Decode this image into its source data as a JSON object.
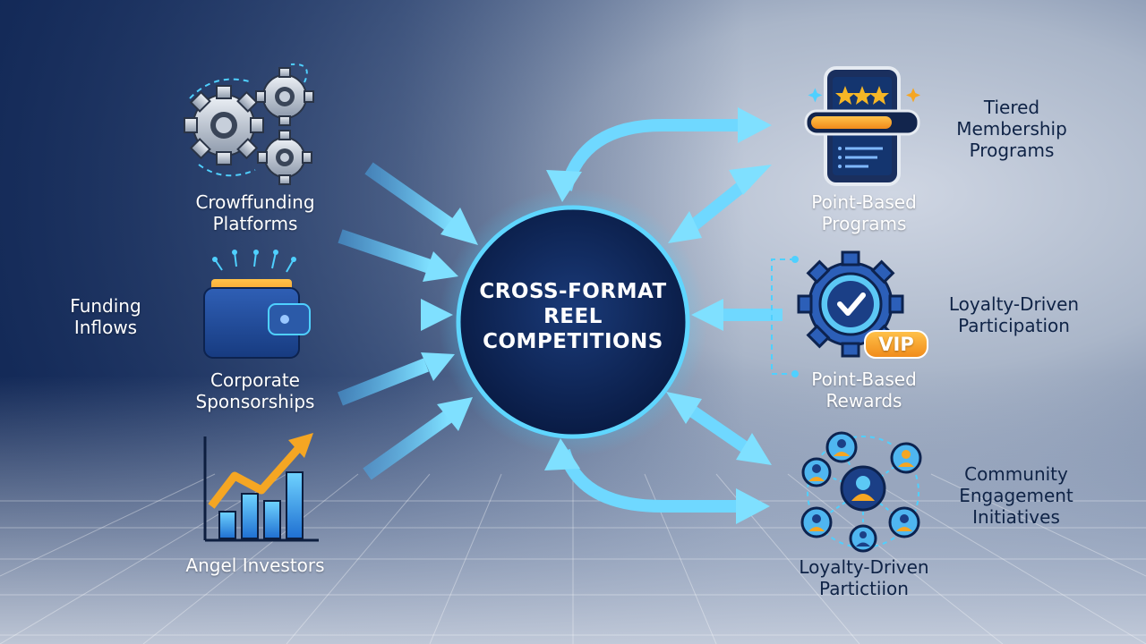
{
  "hub": {
    "title_line1": "CROSS-FORMAT",
    "title_line2": "REEL",
    "title_line3": "COMPETITIONS"
  },
  "left": {
    "group_label": "Funding Inflows",
    "group_label_line1": "Funding",
    "group_label_line2": "Inflows",
    "sources": [
      {
        "line1": "Crowffunding",
        "line2": "Platforms",
        "icon": "gears-icon"
      },
      {
        "line1": "Corporate",
        "line2": "Sponsorships",
        "icon": "wallet-icon"
      },
      {
        "line1": "Angel Investors",
        "line2": "",
        "icon": "growth-chart-icon"
      }
    ]
  },
  "right": {
    "programs": [
      {
        "line1": "Point-Based",
        "line2": "Programs",
        "side_line1": "Tiered",
        "side_line2": "Membership",
        "side_line3": "Programs",
        "icon": "phone-rating-icon"
      },
      {
        "line1": "Point-Based",
        "line2": "Rewards",
        "side_line1": "Loyalty-Driven",
        "side_line2": "Participation",
        "badge": "VIP",
        "icon": "vip-badge-icon"
      },
      {
        "line1": "Loyalty-Driven",
        "line2": "Partictiion",
        "side_line1": "Community",
        "side_line2": "Engagement",
        "side_line3": "Initiatives",
        "icon": "community-network-icon"
      }
    ]
  },
  "colors": {
    "arrow": "#5cc8f5",
    "hub_fill": "#0c2150",
    "hub_glow": "#4fd0ff",
    "accent_orange": "#f5a623",
    "gear": "#b8c2d0"
  }
}
